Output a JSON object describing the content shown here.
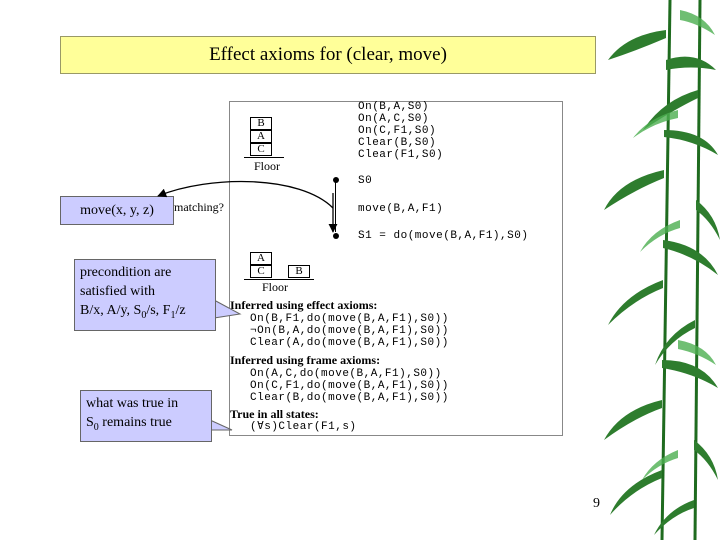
{
  "title": "Effect axioms for (clear, move)",
  "move_label": "move(x, y, z)",
  "matching_label": "matching?",
  "precondition": {
    "line1": "precondition are",
    "line2": "satisfied with",
    "line3_parts": [
      "B/x, A/y, S",
      "0",
      "/s, F",
      "1",
      "/z"
    ]
  },
  "what_true": {
    "line1": "what was true in",
    "line2_parts": [
      "S",
      "0",
      " remains true"
    ]
  },
  "figure": {
    "state0_facts": [
      "On(B,A,S0)",
      "On(A,C,S0)",
      "On(C,F1,S0)",
      "Clear(B,S0)",
      "Clear(F1,S0)"
    ],
    "blocks0": [
      "B",
      "A",
      "C"
    ],
    "floor_label": "Floor",
    "s0_label": "S0",
    "action_label": "move(B,A,F1)",
    "s1_label": "S1 = do(move(B,A,F1),S0)",
    "blocks1_stack": [
      "A",
      "C"
    ],
    "blocks1_single": "B",
    "effect_heading": "Inferred using effect axioms:",
    "effect_facts": [
      "On(B,F1,do(move(B,A,F1),S0))",
      "¬On(B,A,do(move(B,A,F1),S0))",
      "Clear(A,do(move(B,A,F1),S0))"
    ],
    "frame_heading": "Inferred using frame axioms:",
    "frame_facts": [
      "On(A,C,do(move(B,A,F1),S0))",
      "On(C,F1,do(move(B,A,F1),S0))",
      "Clear(B,do(move(B,A,F1),S0))"
    ],
    "all_heading": "True in all states:",
    "all_fact": "(∀s)Clear(F1,s)"
  },
  "page_number": "9"
}
